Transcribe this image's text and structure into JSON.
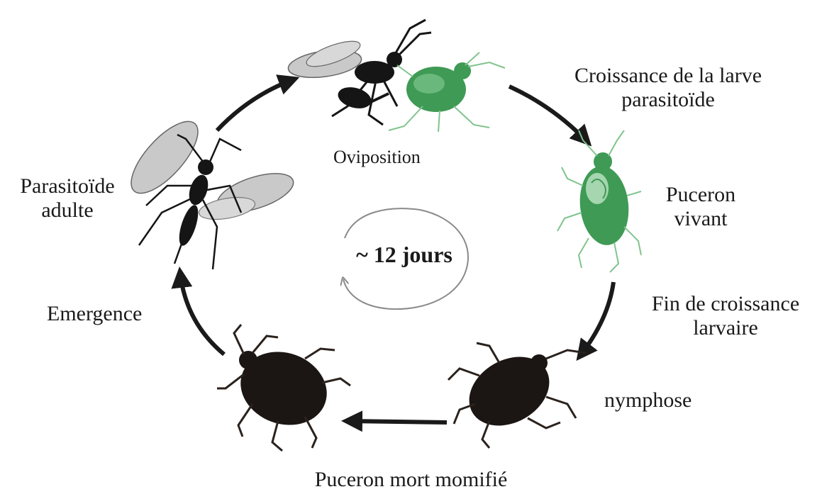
{
  "diagram": {
    "cycle_duration": "~ 12 jours",
    "stages": {
      "oviposition": "Oviposition",
      "croissance_line1": "Croissance de la larve",
      "croissance_line2": "parasitoïde",
      "vivant_line1": "Puceron",
      "vivant_line2": "vivant",
      "fin_line1": "Fin de croissance",
      "fin_line2": "larvaire",
      "nymphose": "nymphose",
      "mort": "Puceron mort momifié",
      "emergence": "Emergence",
      "adulte_line1": "Parasitoïde",
      "adulte_line2": "adulte"
    },
    "colors": {
      "aphid_green": "#3f9a55",
      "aphid_green_light": "#7fc48e",
      "mummy": "#1b1613",
      "wasp": "#151515",
      "wing": "#c9c9c9",
      "arrow": "#1a1a1a",
      "cycle_arrow": "#8a8a8a"
    }
  }
}
